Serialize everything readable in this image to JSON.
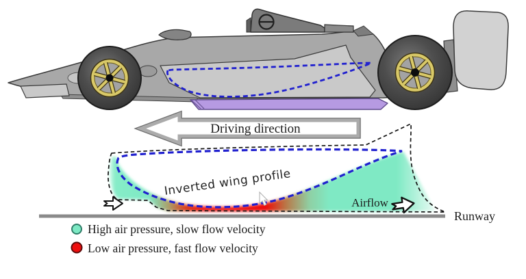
{
  "diagram": {
    "driving_direction_label": "Driving direction",
    "wing_profile_label": "Inverted wing profile",
    "airflow_label": "Airflow",
    "runway_label": "Runway"
  },
  "legend": {
    "items": [
      {
        "label": "High air pressure, slow flow velocity",
        "color": "#7de9c4"
      },
      {
        "label": "Low air pressure, fast flow velocity",
        "color": "#ee0f0f"
      }
    ]
  },
  "colors": {
    "wing_outline_blue": "#2020cf",
    "underbody_outline_black": "#141414",
    "high_pressure_teal": "#7de9c4",
    "low_pressure_red": "#ec0f08",
    "underbody_skirt_purple": "#b69ae2",
    "car_body_gray": "#a8a8a8",
    "sidepod_gray": "#c9c9c9",
    "rim_gold": "#d9c968",
    "runway_gray": "#8a8a8a"
  }
}
